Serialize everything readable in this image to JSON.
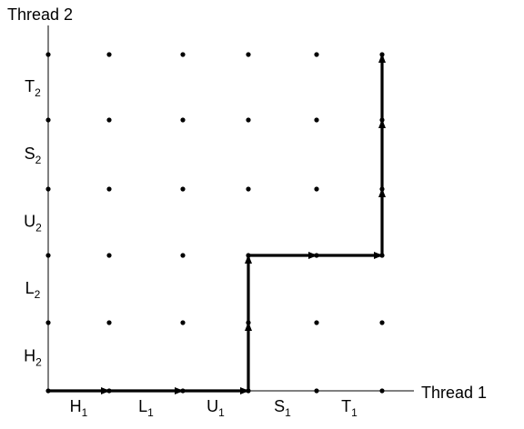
{
  "axes": {
    "x_title": "Thread 1",
    "y_title": "Thread 2"
  },
  "thread1_segments": [
    {
      "letter": "H",
      "sub": "1"
    },
    {
      "letter": "L",
      "sub": "1"
    },
    {
      "letter": "U",
      "sub": "1"
    },
    {
      "letter": "S",
      "sub": "1"
    },
    {
      "letter": "T",
      "sub": "1"
    }
  ],
  "thread2_segments": [
    {
      "letter": "H",
      "sub": "2"
    },
    {
      "letter": "L",
      "sub": "2"
    },
    {
      "letter": "U",
      "sub": "2"
    },
    {
      "letter": "S",
      "sub": "2"
    },
    {
      "letter": "T",
      "sub": "2"
    }
  ],
  "trajectory": [
    [
      0,
      0
    ],
    [
      1,
      0
    ],
    [
      2,
      0
    ],
    [
      3,
      0
    ],
    [
      3,
      1
    ],
    [
      3,
      2
    ],
    [
      4,
      2
    ],
    [
      5,
      2
    ],
    [
      5,
      3
    ],
    [
      5,
      4
    ],
    [
      5,
      5
    ]
  ]
}
